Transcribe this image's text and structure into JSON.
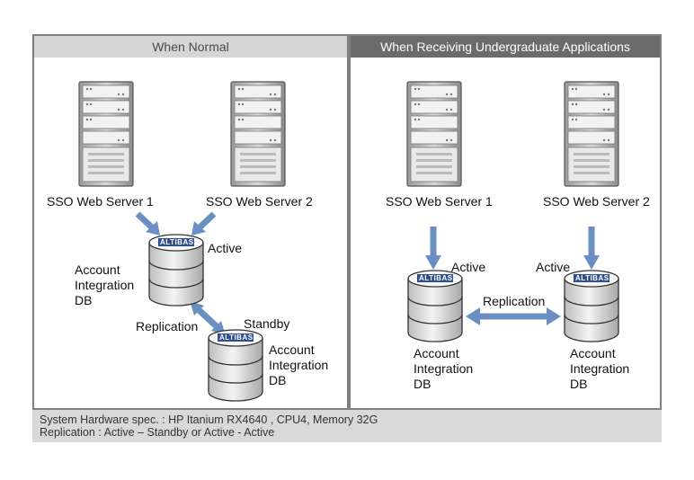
{
  "panels": {
    "left": {
      "title": "When Normal",
      "server1": "SSO Web Server 1",
      "server2": "SSO Web Server 2",
      "db_active_status": "Active",
      "db_active_label": [
        "Account",
        "Integration",
        "DB"
      ],
      "replication": "Replication",
      "db_standby_status": "Standby",
      "db_standby_label": [
        "Account",
        "Integration",
        "DB"
      ]
    },
    "right": {
      "title": "When Receiving Undergraduate Applications",
      "server1": "SSO Web Server 1",
      "server2": "SSO Web Server 2",
      "db1_status": "Active",
      "db1_label": [
        "Account",
        "Integration",
        "DB"
      ],
      "replication": "Replication",
      "db2_status": "Active",
      "db2_label": [
        "Account",
        "Integration",
        "DB"
      ]
    }
  },
  "db_brand": "ALTIBASE",
  "footer": {
    "line1": "System Hardware spec.  : HP Itanium RX4640 , CPU4, Memory 32G",
    "line2": "Replication  : Active – Standby  or  Active - Active"
  },
  "colors": {
    "arrow": "#6a8fc3",
    "header_left_bg": "#d6d6d6",
    "header_right_bg": "#6b6b6b",
    "footer_bg": "#d9d9d9"
  }
}
